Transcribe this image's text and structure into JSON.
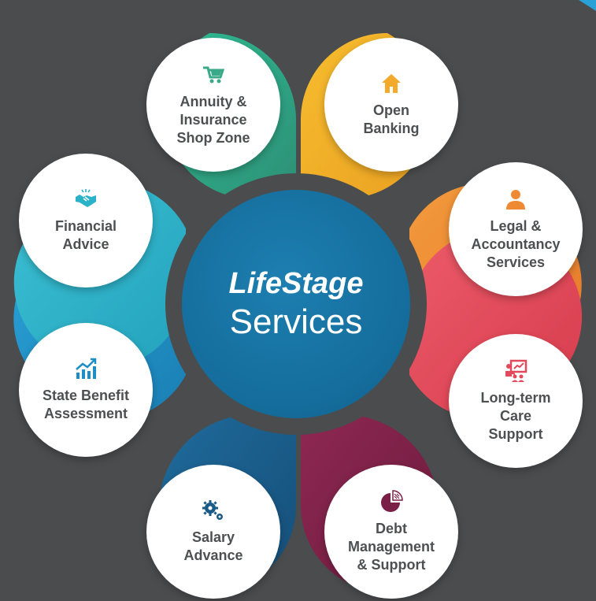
{
  "center": {
    "title": "LifeStage",
    "subtitle": "Services"
  },
  "petals": [
    {
      "label": "Annuity &\nInsurance\nShop Zone",
      "icon": "shopping-cart-icon",
      "color": "#3aa987"
    },
    {
      "label": "Open\nBanking",
      "icon": "home-icon",
      "color": "#f2a92c"
    },
    {
      "label": "Legal &\nAccountancy\nServices",
      "icon": "person-icon",
      "color": "#ee8a33"
    },
    {
      "label": "Long-term\nCare\nSupport",
      "icon": "presentation-icon",
      "color": "#e2495a"
    },
    {
      "label": "Debt\nManagement\n& Support",
      "icon": "pie-chart-icon",
      "color": "#7a1f45"
    },
    {
      "label": "Salary\nAdvance",
      "icon": "gears-icon",
      "color": "#1a5a86"
    },
    {
      "label": "State Benefit\nAssessment",
      "icon": "growth-chart-icon",
      "color": "#1e8fc6"
    },
    {
      "label": "Financial\nAdvice",
      "icon": "handshake-icon",
      "color": "#2bb1c8"
    }
  ]
}
